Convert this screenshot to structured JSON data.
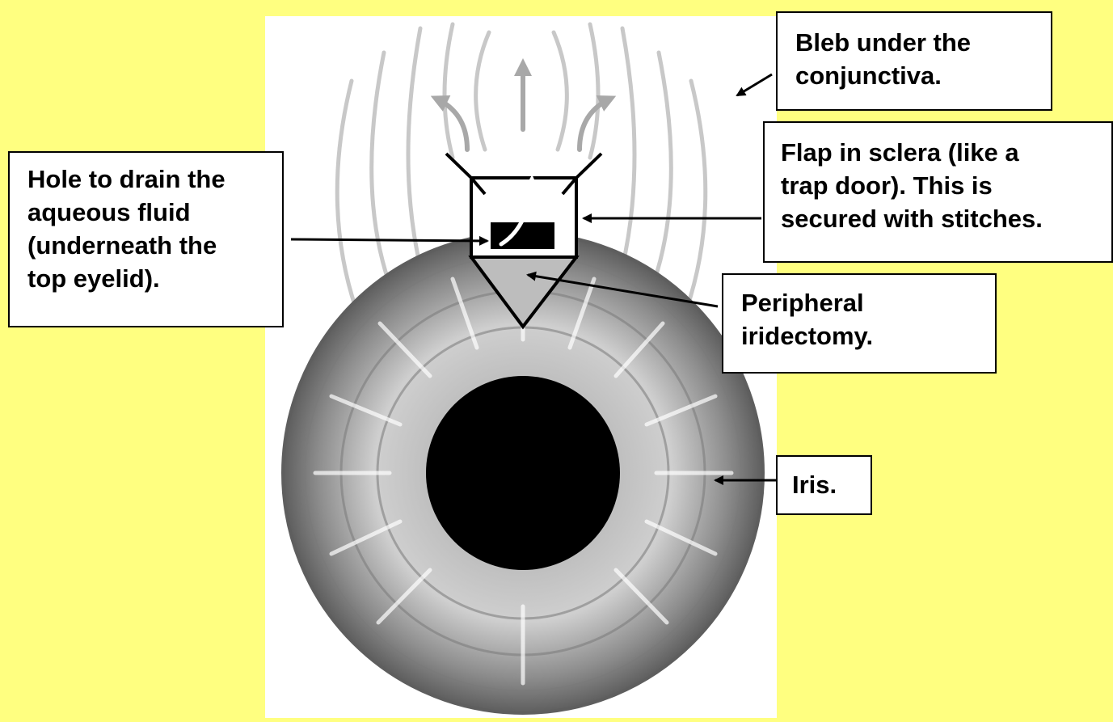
{
  "colors": {
    "background": "#ffff80",
    "panel": "#ffffff",
    "pupil": "#000000",
    "iris_dark": "#6f6f6f",
    "iris_mid": "#9a9a9a",
    "iris_light": "#d4d4d4",
    "bleb_lines": "#c8c8c8",
    "flow_arrows": "#a8a8a8",
    "iridectomy": "#bdbdbd"
  },
  "icons": [
    "arrow-icon"
  ],
  "labels": {
    "bleb": {
      "lines": [
        "Bleb under the",
        "conjunctiva."
      ]
    },
    "flap": {
      "lines": [
        "Flap in sclera (like a",
        "trap door). This is",
        "secured with stitches."
      ]
    },
    "hole": {
      "lines": [
        "Hole to drain the",
        "aqueous fluid",
        "(underneath the",
        "top eyelid)."
      ]
    },
    "iridectomy": {
      "lines": [
        "Peripheral",
        "iridectomy."
      ]
    },
    "iris": {
      "lines": [
        "Iris."
      ]
    }
  }
}
